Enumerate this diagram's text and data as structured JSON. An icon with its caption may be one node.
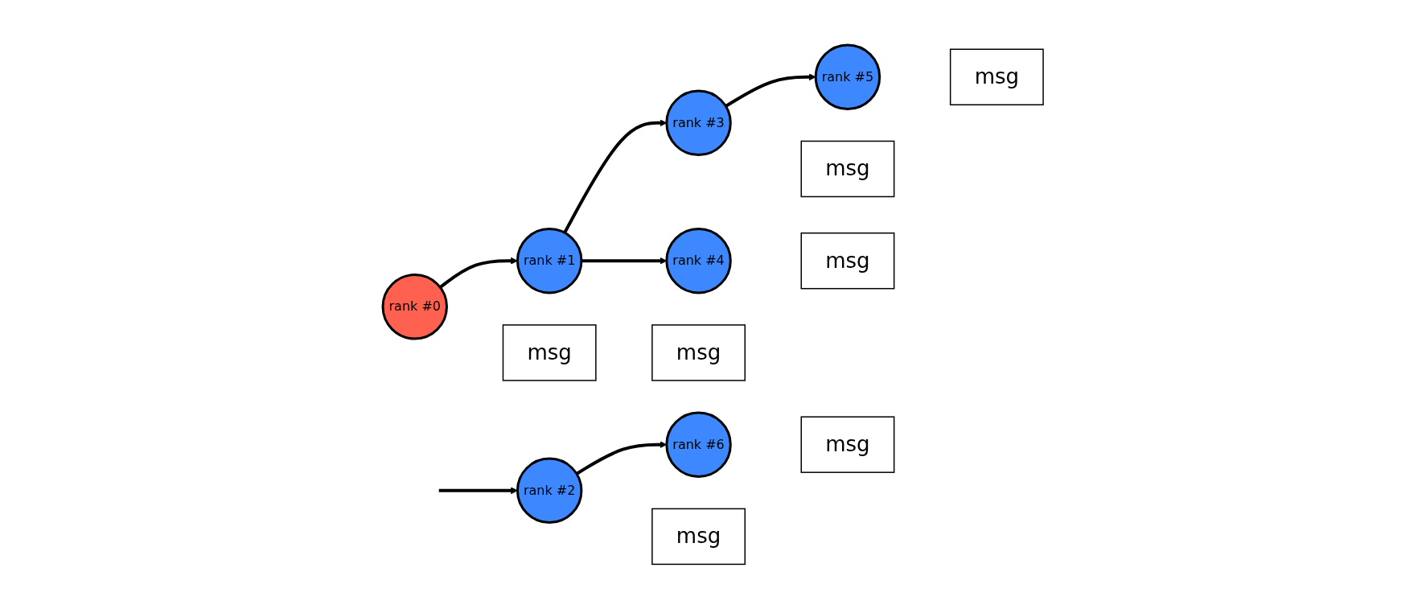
{
  "diagram": {
    "nodes": [
      {
        "text": [
          "rank #0"
        ]
      },
      {
        "text": [
          "rank #1"
        ]
      },
      {
        "text": [
          "rank #2"
        ]
      },
      {
        "text": [
          "rank #3"
        ]
      },
      {
        "text": [
          "rank #6"
        ]
      },
      {
        "text": [
          "rank #4"
        ]
      },
      {
        "text": [
          "rank #5"
        ]
      },
      {
        "text": [
          "msg"
        ]
      },
      {
        "text": [
          "msg"
        ]
      },
      {
        "text": [
          "msg"
        ]
      },
      {
        "text": [
          "msg"
        ]
      },
      {
        "text": [
          "msg"
        ]
      },
      {
        "text": [
          "msg"
        ]
      },
      {
        "text": [
          "msg"
        ]
      }
    ],
    "edges": [
      {
        "from": 0,
        "to": 1,
        "arrow": "to"
      },
      {
        "from": null,
        "to": 2,
        "arrow": "to"
      },
      {
        "from": 1,
        "to": 3,
        "arrow": "to"
      },
      {
        "from": 1,
        "to": 5,
        "arrow": "to"
      },
      {
        "from": 2,
        "to": 4,
        "arrow": "to"
      },
      {
        "from": 3,
        "to": 6,
        "arrow": "to"
      }
    ]
  }
}
